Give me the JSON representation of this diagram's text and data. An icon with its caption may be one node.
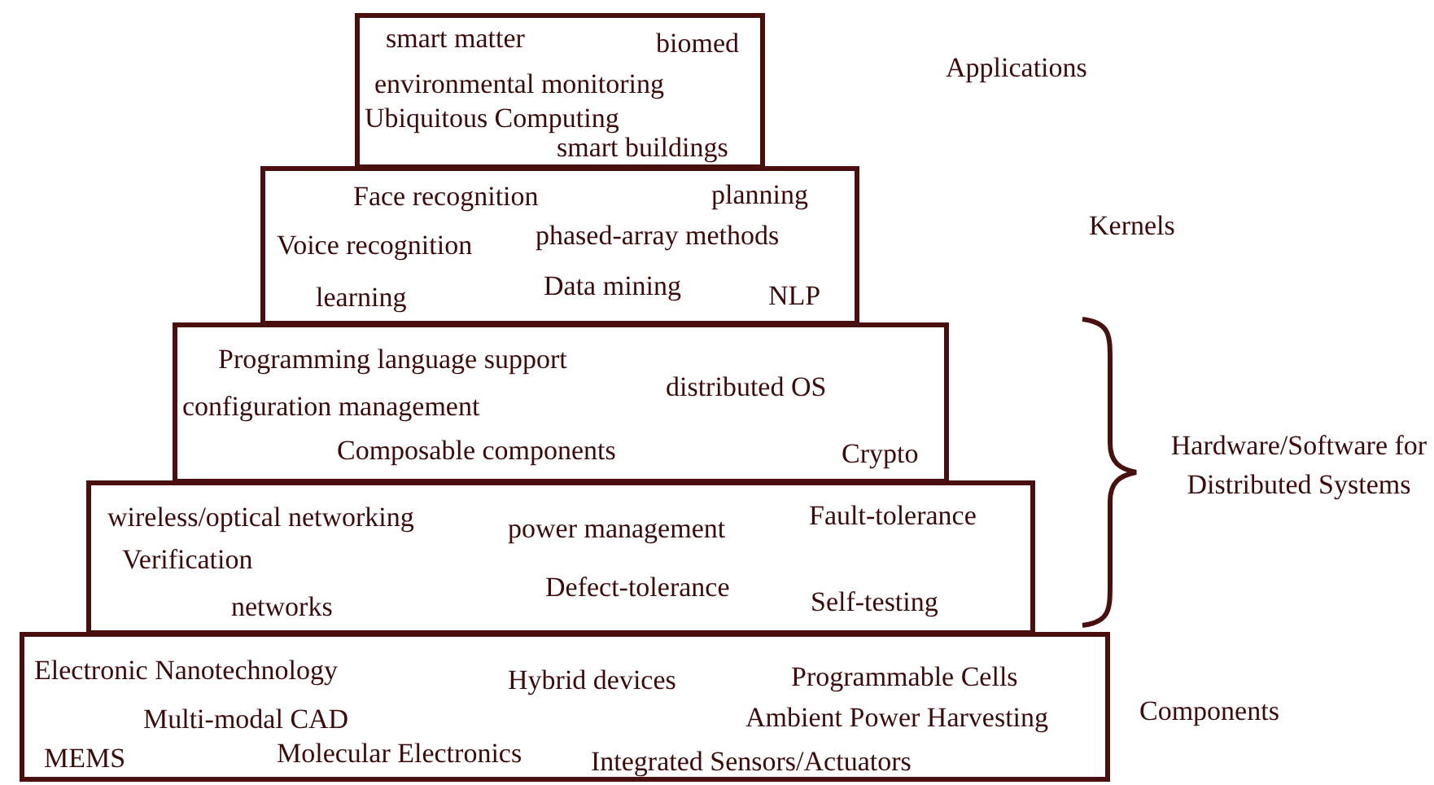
{
  "diagram": {
    "nodes": [
      {
        "text": [
          "smart matter",
          "biomed",
          "environmental monitoring",
          "Ubiquitous Computing",
          "smart buildings"
        ]
      },
      {
        "text": [
          "Face recognition",
          "planning",
          "Voice recognition",
          "phased-array methods",
          "learning",
          "Data mining",
          "NLP"
        ]
      },
      {
        "text": [
          "Programming language support",
          "distributed OS",
          "configuration management",
          "Composable components",
          "Crypto"
        ]
      },
      {
        "text": [
          "wireless/optical networking",
          "Fault-tolerance",
          "power management",
          "Verification",
          "Defect-tolerance",
          "Self-testing",
          "networks"
        ]
      },
      {
        "text": [
          "Electronic Nanotechnology",
          "Hybrid devices",
          "Programmable Cells",
          "Multi-modal CAD",
          "Ambient Power Harvesting",
          "MEMS",
          "Molecular Electronics",
          "Integrated Sensors/Actuators"
        ]
      }
    ],
    "edges": [],
    "labels": [
      "Applications",
      "Kernels",
      "Hardware/Software for Distributed Systems",
      "Components"
    ]
  }
}
